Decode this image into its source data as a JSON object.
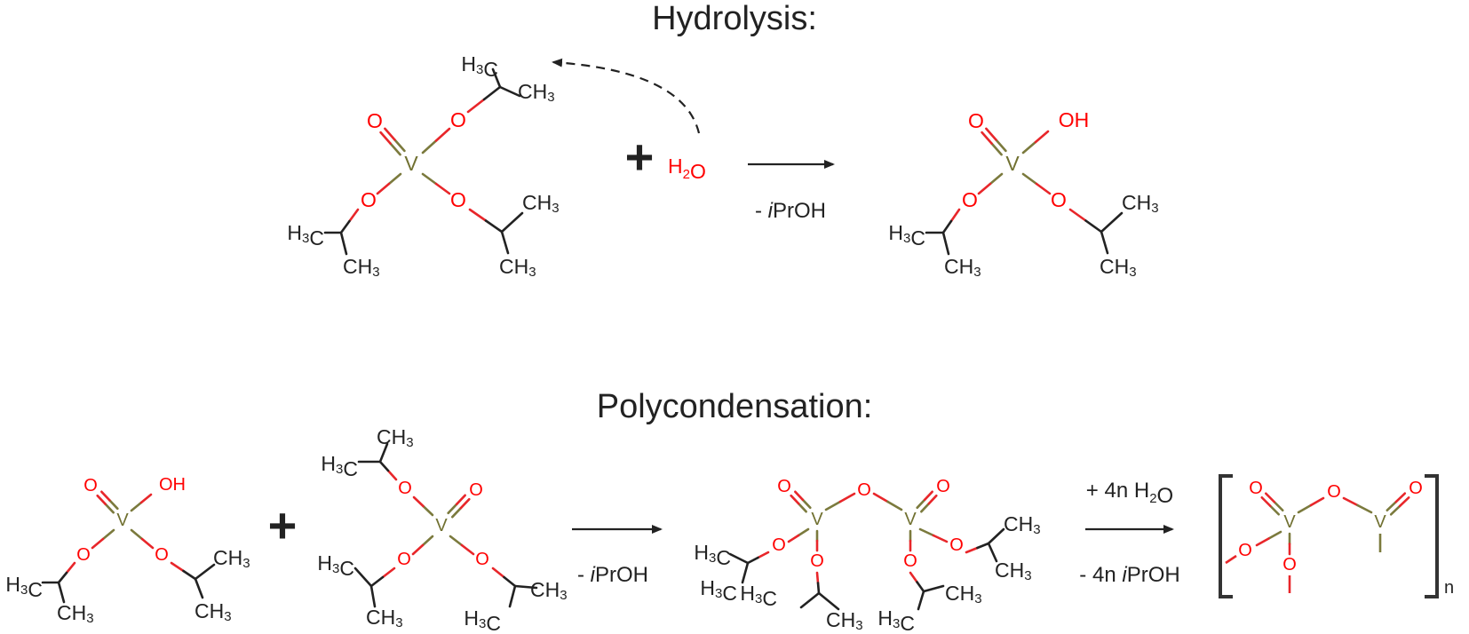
{
  "titles": {
    "hydrolysis": "Hydrolysis:",
    "polycondensation": "Polycondensation:"
  },
  "symbols": {
    "plus": "+"
  },
  "atoms": {
    "vanadium": "V",
    "oxygen": "O",
    "hydroxyl": "OH",
    "water": "H2O"
  },
  "groups": {
    "methyl_right": "CH3",
    "methyl_left": "H3C"
  },
  "conditions": {
    "hydrolysis_byproduct": "- iPrOH",
    "condensation_byproduct": "- iPrOH",
    "polymer_water": "+ 4n H2O",
    "polymer_byproduct": "- 4n iPrOH"
  },
  "polymer": {
    "repeat_subscript": "n"
  },
  "colors": {
    "bond_v": "#7b7a3d",
    "bond_o": "#e8262a",
    "text_o": "#ff0000",
    "text_c": "#222222",
    "text_v": "#707030"
  }
}
